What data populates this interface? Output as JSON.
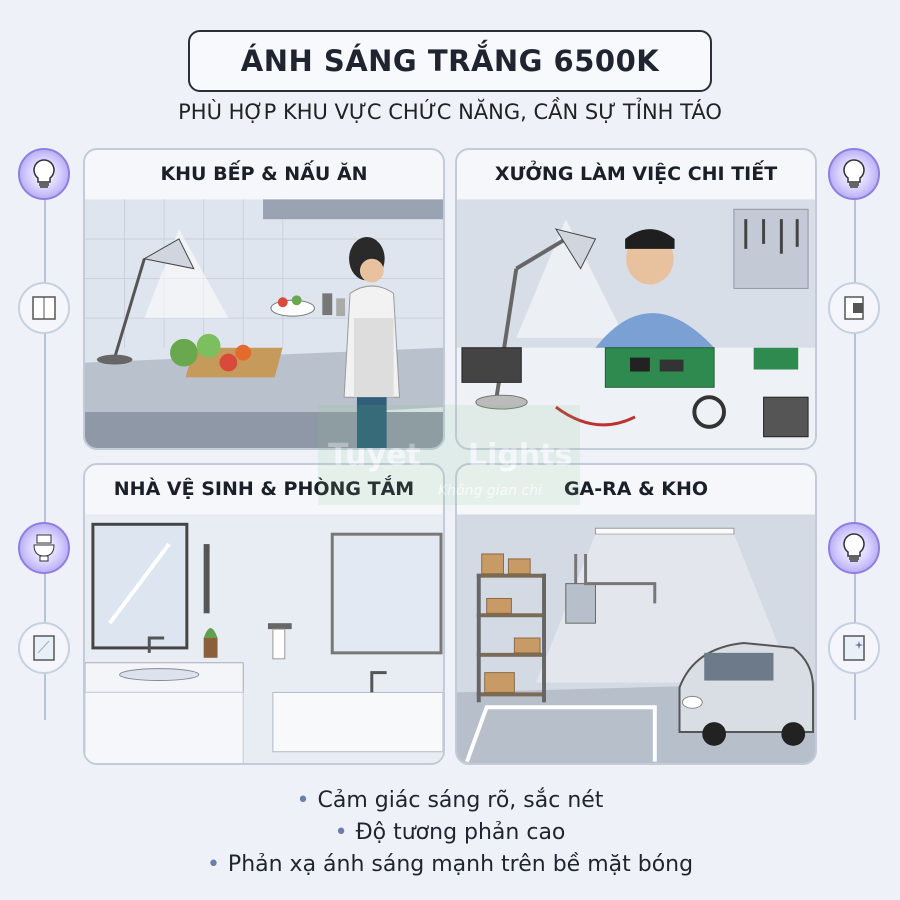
{
  "title": "ÁNH SÁNG TRẮNG 6500K",
  "subtitle": "PHÙ HỢP KHU VỰC CHỨC NĂNG, CẦN SỰ TỈNH TÁO",
  "panels": [
    {
      "title": "KHU BẾP & NẤU ĂN"
    },
    {
      "title": "XƯỞNG LÀM VIỆC CHI TIẾT"
    },
    {
      "title": "NHÀ VỆ SINH & PHÒNG TẮM"
    },
    {
      "title": "GA-RA & KHO"
    }
  ],
  "bullets": [
    "Cảm giác sáng rõ, sắc nét",
    "Độ tương phản cao",
    "Phản xạ ánh sáng mạnh trên bề mặt bóng"
  ],
  "watermark": {
    "brand_left": "Tuyet",
    "brand_right": "Lights",
    "tagline": "Không gian chi"
  },
  "colors": {
    "accent": "#8f7fe0",
    "panel_border": "#c3cbd9",
    "title_border": "#2b2f3a"
  }
}
